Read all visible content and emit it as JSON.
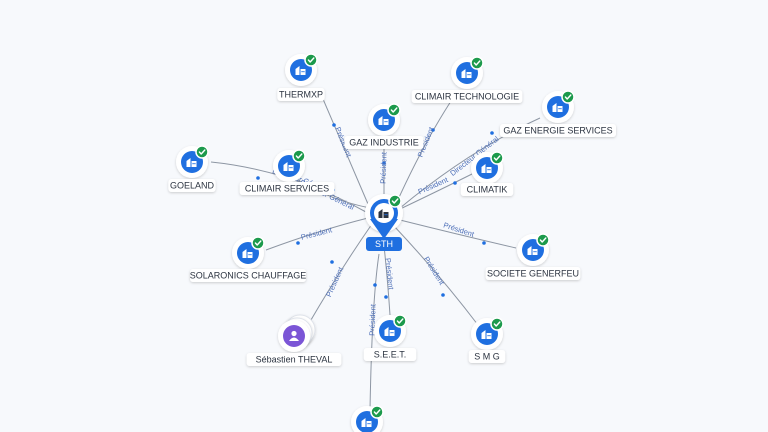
{
  "colors": {
    "background": "#f7f9fc",
    "node_blue": "#1f6fe0",
    "check_green": "#1c9a4c",
    "person_purple": "#7b55d6",
    "edge": "#8d96a3",
    "edge_label": "#4d6fb8"
  },
  "center": {
    "label": "STH",
    "icon": "building-icon"
  },
  "nodes": [
    {
      "label": "THERMXP",
      "type": "company",
      "icon": "building-icon",
      "verified": true
    },
    {
      "label": "CLIMAIR TECHNOLOGIE",
      "type": "company",
      "icon": "building-icon",
      "verified": true
    },
    {
      "label": "GAZ ENERGIE SERVICES",
      "type": "company",
      "icon": "building-icon",
      "verified": true
    },
    {
      "label": "GAZ INDUSTRIE",
      "type": "company",
      "icon": "building-icon",
      "verified": true
    },
    {
      "label": "GOELAND",
      "type": "company",
      "icon": "building-icon",
      "verified": true
    },
    {
      "label": "CLIMAIR SERVICES",
      "type": "company",
      "icon": "building-icon",
      "verified": true
    },
    {
      "label": "CLIMATIK",
      "type": "company",
      "icon": "building-icon",
      "verified": true
    },
    {
      "label": "SOLARONICS CHAUFFAGE",
      "type": "company",
      "icon": "building-icon",
      "verified": true
    },
    {
      "label": "SOCIETE GENERFEU",
      "type": "company",
      "icon": "building-icon",
      "verified": true
    },
    {
      "label": "Sébastien THEVAL",
      "type": "person",
      "icon": "person-icon",
      "verified": false
    },
    {
      "label": "S.E.E.T.",
      "type": "company",
      "icon": "building-icon",
      "verified": true
    },
    {
      "label": "S M G",
      "type": "company",
      "icon": "building-icon",
      "verified": true
    },
    {
      "label": "",
      "type": "company",
      "icon": "building-icon",
      "verified": true
    }
  ],
  "edges": [
    {
      "label": "Président"
    },
    {
      "label": "Président"
    },
    {
      "label": "Directeur Général"
    },
    {
      "label": "Président"
    },
    {
      "label": "Directeur Général"
    },
    {
      "label": "Directeur Général"
    },
    {
      "label": "Président"
    },
    {
      "label": "Président"
    },
    {
      "label": "Président"
    },
    {
      "label": "Président"
    },
    {
      "label": "Président"
    },
    {
      "label": "Président"
    },
    {
      "label": "Président"
    }
  ]
}
